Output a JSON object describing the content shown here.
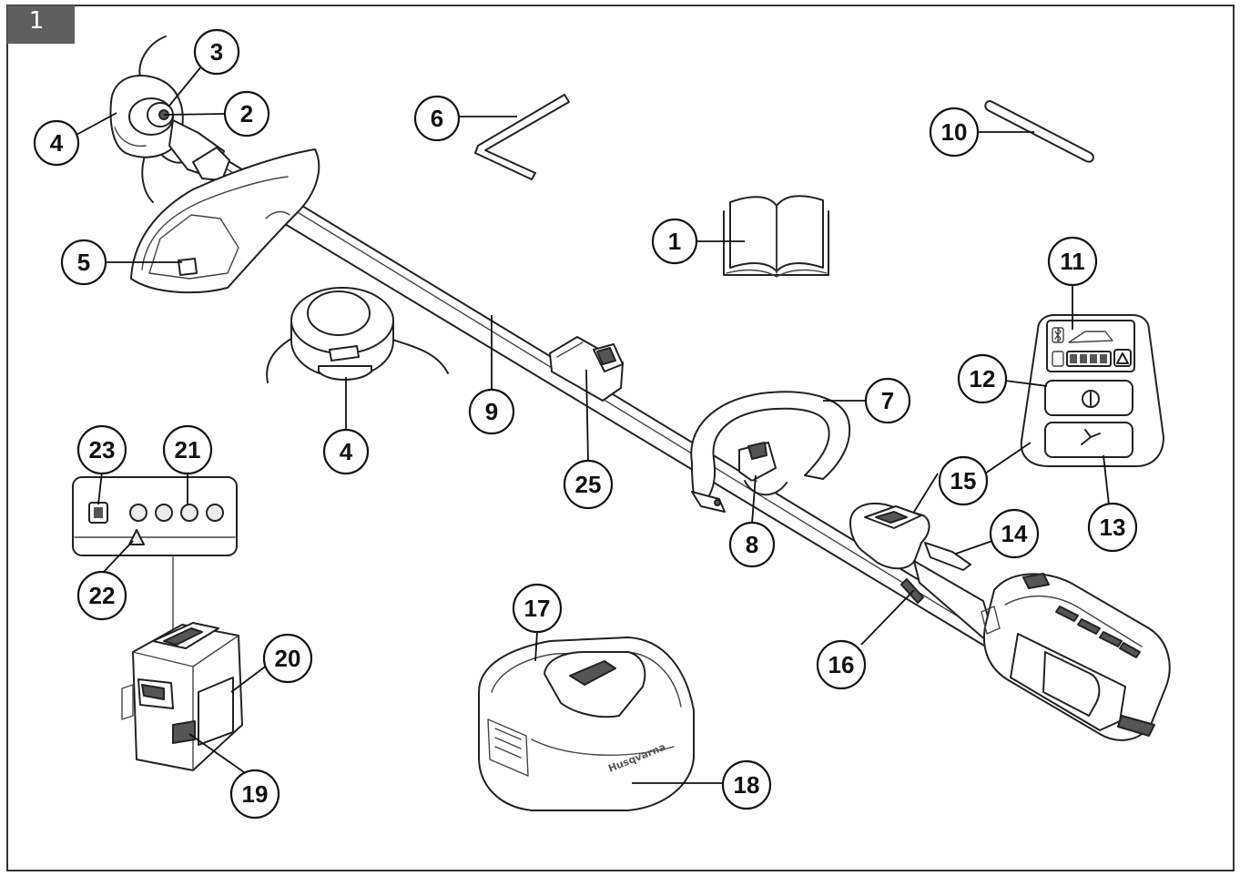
{
  "figure": {
    "number": "1"
  },
  "callouts": [
    {
      "id": "c1",
      "label": "1"
    },
    {
      "id": "c2",
      "label": "2"
    },
    {
      "id": "c3",
      "label": "3"
    },
    {
      "id": "c4a",
      "label": "4"
    },
    {
      "id": "c4b",
      "label": "4"
    },
    {
      "id": "c5",
      "label": "5"
    },
    {
      "id": "c6",
      "label": "6"
    },
    {
      "id": "c7",
      "label": "7"
    },
    {
      "id": "c8",
      "label": "8"
    },
    {
      "id": "c9",
      "label": "9"
    },
    {
      "id": "c10",
      "label": "10"
    },
    {
      "id": "c11",
      "label": "11"
    },
    {
      "id": "c12",
      "label": "12"
    },
    {
      "id": "c13",
      "label": "13"
    },
    {
      "id": "c14",
      "label": "14"
    },
    {
      "id": "c15",
      "label": "15"
    },
    {
      "id": "c16",
      "label": "16"
    },
    {
      "id": "c17",
      "label": "17"
    },
    {
      "id": "c18",
      "label": "18"
    },
    {
      "id": "c19",
      "label": "19"
    },
    {
      "id": "c20",
      "label": "20"
    },
    {
      "id": "c21",
      "label": "21"
    },
    {
      "id": "c22",
      "label": "22"
    },
    {
      "id": "c23",
      "label": "23"
    },
    {
      "id": "c25",
      "label": "25"
    }
  ],
  "charger": {
    "brand": "Husqvarna"
  },
  "icons": [
    "manual-book-icon",
    "hex-key-icon",
    "pin-tool-icon",
    "power-button-icon",
    "savE-mode-icon",
    "bluetooth-icon",
    "battery-level-icon",
    "warning-icon"
  ],
  "colors": {
    "line": "#222222",
    "tag_background": "#5f5f5f",
    "frame": "#333333"
  }
}
